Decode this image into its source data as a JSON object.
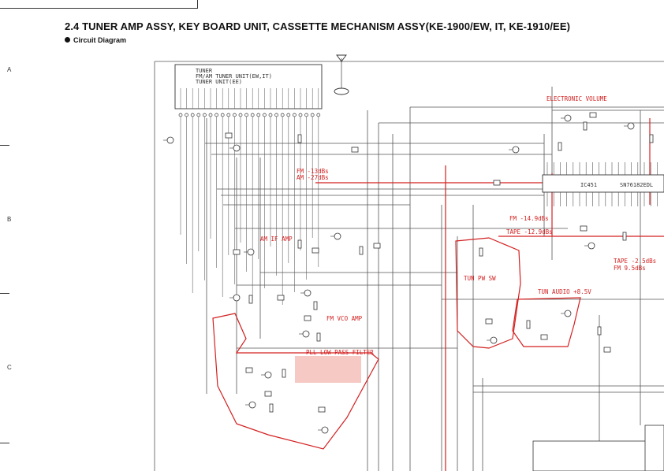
{
  "header": {
    "title": "2.4 TUNER AMP ASSY, KEY BOARD UNIT, CASSETTE MECHANISM ASSY(KE-1900/EW, IT, KE-1910/EE)",
    "subtitle": "Circuit Diagram"
  },
  "row_labels": [
    "A",
    "B",
    "C"
  ],
  "tuner_unit": {
    "line1": "TUNER",
    "line2": "FM/AM TUNER UNIT(EW,IT)",
    "line3": "TUNER UNIT(EE)"
  },
  "ic": {
    "ref": "IC451",
    "part": "SN76182EDL"
  },
  "labels_red": {
    "electronic_volume": "ELECTRONIC VOLUME",
    "fm_level": "FM -13dBs",
    "am_level": "AM -27dBs",
    "am_if_amp": "AM IF AMP",
    "fm_level2": "FM -14.9dBs",
    "tape_level": "TAPE -12.9dBs",
    "tun_pw_sw": "TUN PW SW",
    "tun_audio": "TUN AUDIO +8.5V",
    "fm_vco_amp": "FM VCO AMP",
    "pll_filter": "PLL LOW PASS FILTER",
    "tape_level2": "TAPE -2.5dBs",
    "fm_level3": "FM 9.5dBs"
  },
  "colors": {
    "annotation": "#d32020",
    "ink": "#333333",
    "highlight": "#f3b7b0"
  }
}
